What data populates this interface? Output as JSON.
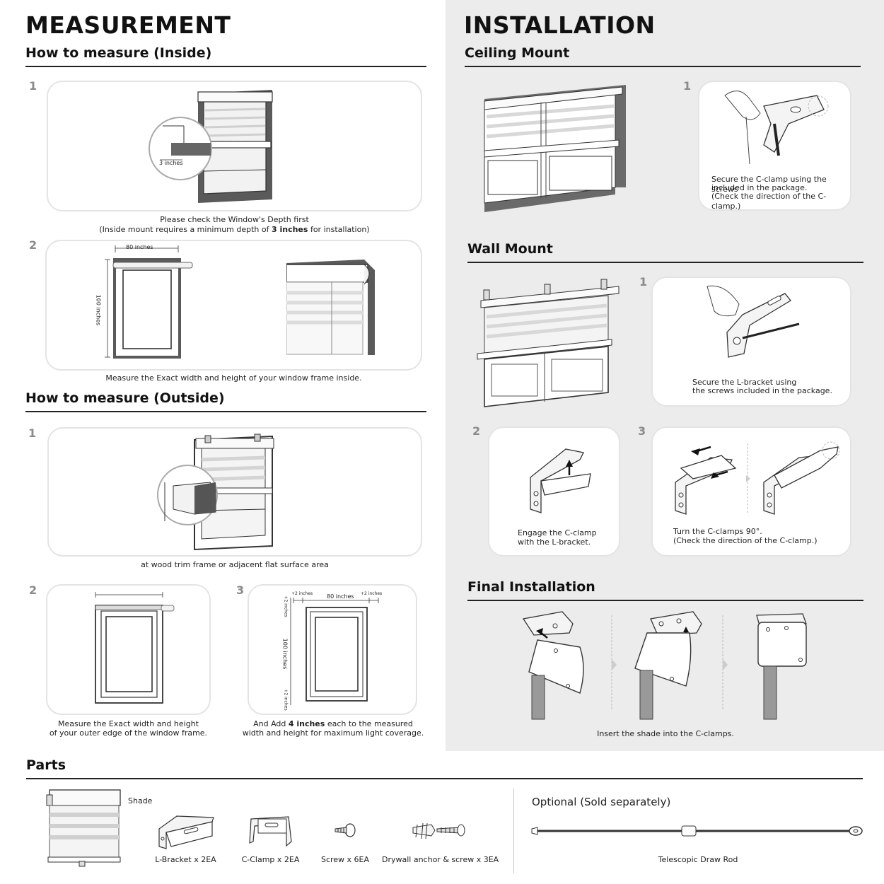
{
  "measurement": {
    "title": "MEASUREMENT",
    "inside": {
      "heading": "How to measure (Inside)",
      "step1": {
        "num": "1",
        "zoom_label": "3 inches",
        "caption_line1": "Please check the Window's Depth first",
        "caption_pre": "(Inside mount requires a minimum depth of ",
        "caption_bold": "3 inches",
        "caption_post": " for installation)"
      },
      "step2": {
        "num": "2",
        "width_label": "80 inches",
        "height_label": "100 inches",
        "caption": "Measure the Exact width and height of your window frame inside."
      }
    },
    "outside": {
      "heading": "How to measure (Outside)",
      "step1": {
        "num": "1",
        "caption": "at wood trim frame or adjacent flat surface area"
      },
      "step2": {
        "num": "2",
        "caption_line1": "Measure the Exact width and height",
        "caption_line2": "of your outer edge of the window frame."
      },
      "step3": {
        "num": "3",
        "width_label": "80 inches",
        "height_label": "100 inches",
        "plus_top_left": "+2 inches",
        "plus_top_right": "+2 inches",
        "plus_side_top": "+2 inches",
        "plus_side_bottom": "+2 inches",
        "caption_pre": "And Add ",
        "caption_bold": "4 inches",
        "caption_post": " each to the measured",
        "caption_line2": "width and height for maximum light coverage."
      }
    }
  },
  "installation": {
    "title": "INSTALLATION",
    "ceiling": {
      "heading": "Ceiling Mount",
      "step1": {
        "num": "1",
        "caption_line1": "Secure the C-clamp using the screws",
        "caption_line2": "included in the package.",
        "caption_line3": "(Check the direction of the C-clamp.)"
      }
    },
    "wall": {
      "heading": "Wall Mount",
      "step1": {
        "num": "1",
        "caption_line1": "Secure the L-bracket using",
        "caption_line2": "the screws included in the package."
      },
      "step2": {
        "num": "2",
        "caption_line1": "Engage the C-clamp",
        "caption_line2": "with the L-bracket."
      },
      "step3": {
        "num": "3",
        "caption_line1": "Turn the C-clamps 90°.",
        "caption_line2": "(Check the direction of the C-clamp.)"
      }
    },
    "final": {
      "heading": "Final Installation",
      "caption": "Insert the shade into the C-clamps."
    }
  },
  "parts": {
    "heading": "Parts",
    "shade_label": "Shade",
    "items": [
      {
        "label": "L-Bracket x 2EA",
        "icon": "l-bracket-icon"
      },
      {
        "label": "C-Clamp x 2EA",
        "icon": "c-clamp-icon"
      },
      {
        "label": "Screw x 6EA",
        "icon": "screw-icon"
      },
      {
        "label": "Drywall anchor & screw x 3EA",
        "icon": "drywall-anchor-icon"
      }
    ],
    "optional_heading": "Optional (Sold separately)",
    "optional_item": "Telescopic Draw Rod"
  },
  "colors": {
    "panel_bg": "#ececec",
    "card_border": "#e4e4e4",
    "ink": "#1a1a1a",
    "step_number": "#8a8a8a"
  }
}
